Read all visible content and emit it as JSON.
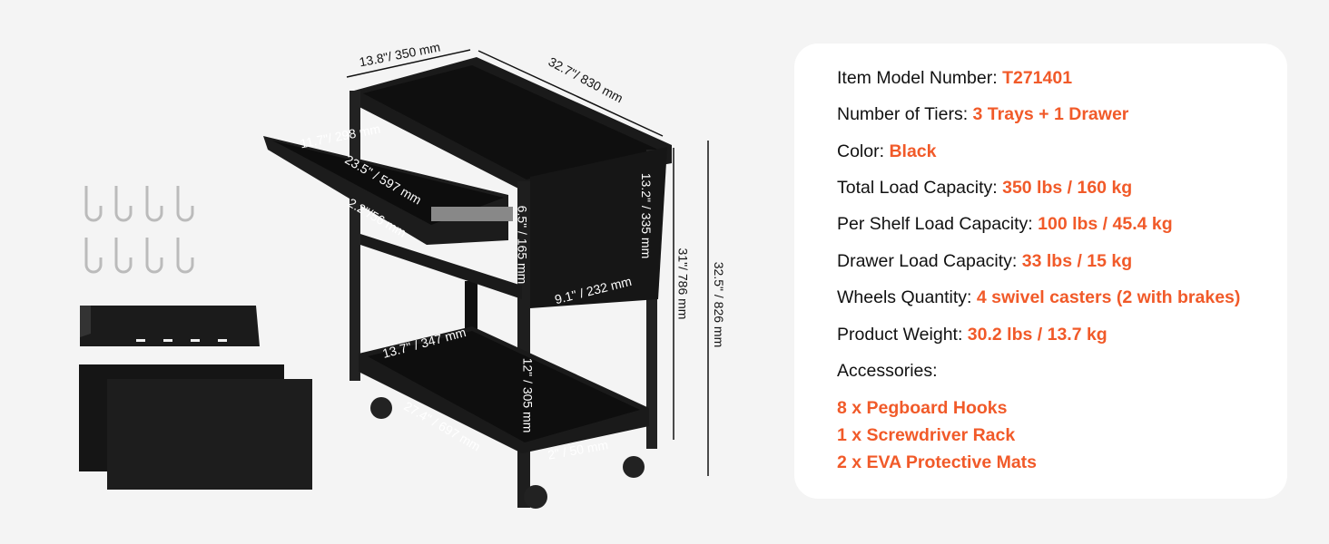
{
  "dimensions": {
    "top_depth": "13.8\"/ 350 mm",
    "top_length": "32.7\"/ 830 mm",
    "drawer_width": "11.7\"/ 298 mm",
    "drawer_length": "23.5\" / 597 mm",
    "drawer_height": "2.2\"/56 mm",
    "middle_gap": "6.5\" / 165 mm",
    "pegboard_height": "13.2\" / 335 mm",
    "pegboard_width": "9.1\" / 232 mm",
    "shelf_height": "31\"/ 786 mm",
    "total_height": "32.5\" / 826 mm",
    "bottom_depth": "13.7\" / 347 mm",
    "lower_gap": "12\" / 305 mm",
    "bottom_length": "27.4\" / 697 mm",
    "tray_depth": "2\" / 50 mm"
  },
  "specs": [
    {
      "label": "Item Model Number: ",
      "value": "T271401"
    },
    {
      "label": "Number of Tiers: ",
      "value": "3 Trays + 1 Drawer"
    },
    {
      "label": "Color: ",
      "value": "Black"
    },
    {
      "label": "Total Load Capacity: ",
      "value": "350 lbs / 160 kg"
    },
    {
      "label": "Per Shelf Load Capacity: ",
      "value": "100 lbs / 45.4 kg"
    },
    {
      "label": "Drawer Load Capacity: ",
      "value": "33 lbs / 15 kg"
    },
    {
      "label": "Wheels Quantity: ",
      "value": "4 swivel casters (2 with brakes)"
    },
    {
      "label": "Product Weight: ",
      "value": "30.2 lbs / 13.7 kg"
    }
  ],
  "accessories_label": "Accessories:",
  "accessories": [
    "8 x Pegboard Hooks",
    "1 x Screwdriver Rack",
    "2 x EVA Protective Mats"
  ],
  "colors": {
    "accent": "#f15a29",
    "product": "#1a1a1a"
  }
}
